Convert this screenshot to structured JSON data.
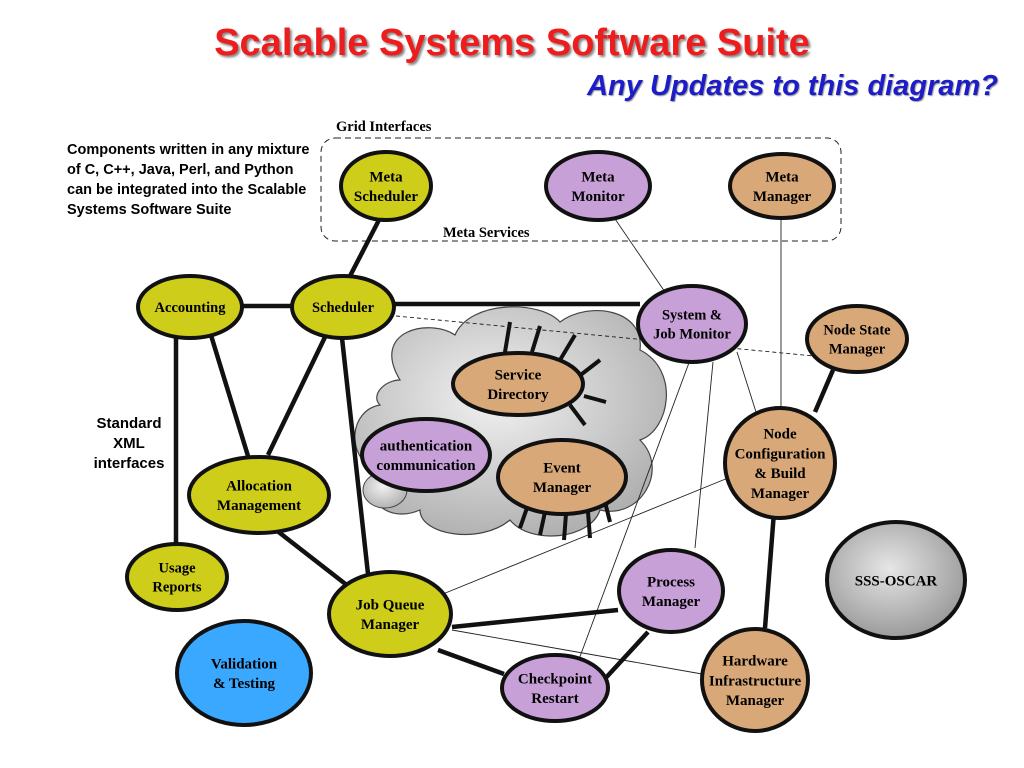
{
  "title": "Scalable Systems Software Suite",
  "subtitle": "Any Updates to this diagram?",
  "note": "Components written in any mixture of C, C++, Java, Perl, and Python can be integrated into the Scalable Systems Software Suite",
  "xml_note": "Standard XML interfaces",
  "grid_interfaces_label": "Grid Interfaces",
  "meta_services_label": "Meta Services",
  "nodes": [
    {
      "id": "meta-scheduler",
      "lines": [
        "Meta",
        "Scheduler"
      ],
      "color": "#cdcd1a"
    },
    {
      "id": "meta-monitor",
      "lines": [
        "Meta",
        "Monitor"
      ],
      "color": "#c8a0d8"
    },
    {
      "id": "meta-manager",
      "lines": [
        "Meta",
        "Manager"
      ],
      "color": "#d8a878"
    },
    {
      "id": "accounting",
      "lines": [
        "Accounting"
      ],
      "color": "#cdcd1a"
    },
    {
      "id": "scheduler",
      "lines": [
        "Scheduler"
      ],
      "color": "#cdcd1a"
    },
    {
      "id": "system-job-monitor",
      "lines": [
        "System &",
        "Job Monitor"
      ],
      "color": "#c8a0d8"
    },
    {
      "id": "node-state-manager",
      "lines": [
        "Node State",
        "Manager"
      ],
      "color": "#d8a878"
    },
    {
      "id": "service-directory",
      "lines": [
        "Service",
        "Directory"
      ],
      "color": "#d8a878"
    },
    {
      "id": "authentication",
      "lines": [
        "authentication",
        "communication"
      ],
      "color": "#c8a0d8"
    },
    {
      "id": "event-manager",
      "lines": [
        "Event",
        "Manager"
      ],
      "color": "#d8a878"
    },
    {
      "id": "node-config",
      "lines": [
        "Node",
        "Configuration",
        "& Build",
        "Manager"
      ],
      "color": "#d8a878"
    },
    {
      "id": "allocation-management",
      "lines": [
        "Allocation",
        "Management"
      ],
      "color": "#cdcd1a"
    },
    {
      "id": "usage-reports",
      "lines": [
        "Usage",
        "Reports"
      ],
      "color": "#cdcd1a"
    },
    {
      "id": "job-queue-manager",
      "lines": [
        "Job Queue",
        "Manager"
      ],
      "color": "#cdcd1a"
    },
    {
      "id": "process-manager",
      "lines": [
        "Process",
        "Manager"
      ],
      "color": "#c8a0d8"
    },
    {
      "id": "validation-testing",
      "lines": [
        "Validation",
        "& Testing"
      ],
      "color": "#3aa8ff"
    },
    {
      "id": "checkpoint-restart",
      "lines": [
        "Checkpoint",
        "Restart"
      ],
      "color": "#c8a0d8"
    },
    {
      "id": "hardware-infrastructure-manager",
      "lines": [
        "Hardware",
        "Infrastructure",
        "Manager"
      ],
      "color": "#d8a878"
    },
    {
      "id": "sss-oscar",
      "lines": [
        "SSS-OSCAR"
      ],
      "color": "#b8b8b8"
    }
  ]
}
